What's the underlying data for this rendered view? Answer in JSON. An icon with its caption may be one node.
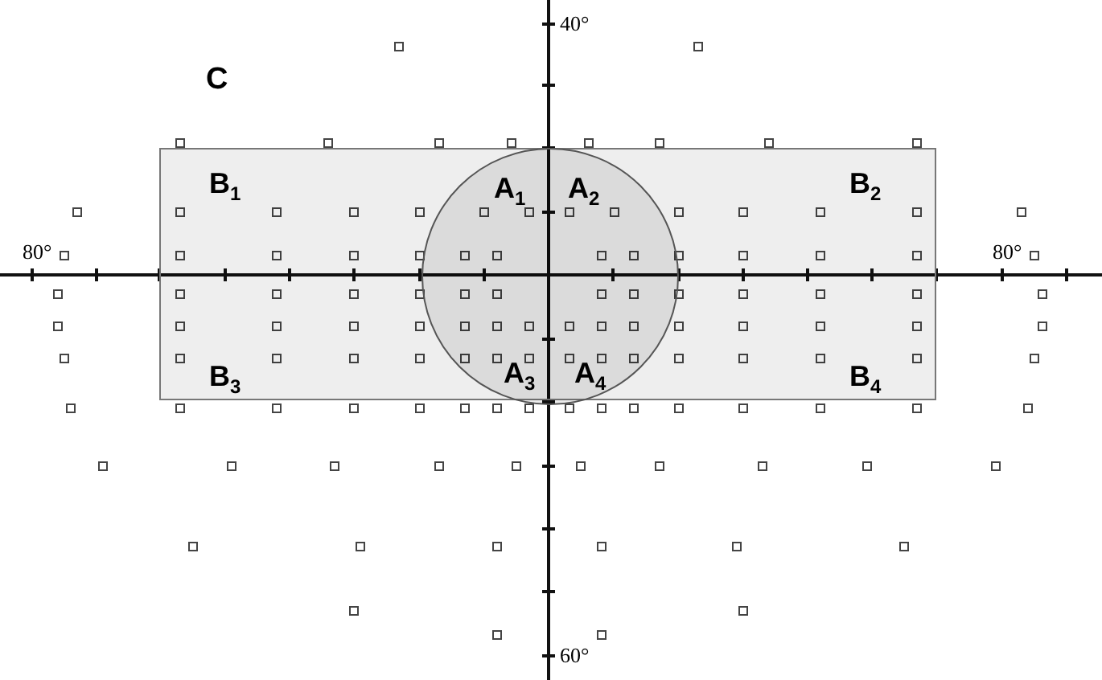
{
  "diagram": {
    "nodes": [
      {
        "text": [
          "B$_{1}$",
          "B$_{2}$",
          "B$_{3}$",
          "B$_{4}$"
        ]
      },
      {
        "text": [
          "A$_{1}$",
          "A$_{2}$",
          "A$_{3}$",
          "A$_{4}$"
        ],
        "in": 0
      }
    ],
    "labels": [
      "40°",
      "C",
      "80°",
      "80°",
      "60°"
    ]
  }
}
